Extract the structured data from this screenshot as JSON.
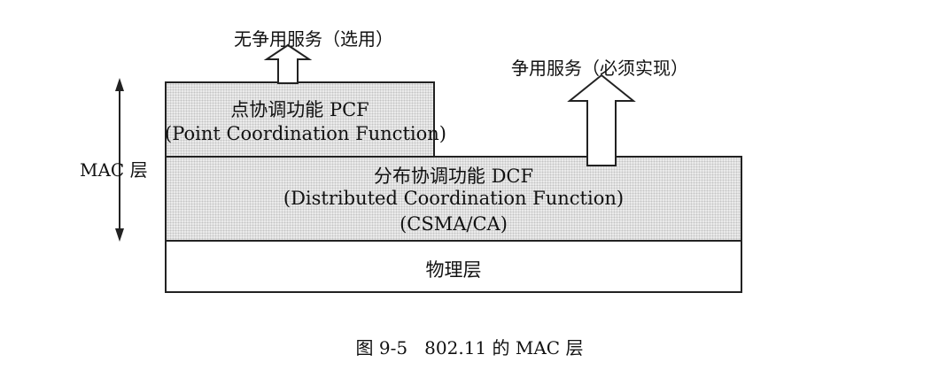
{
  "diagram": {
    "mac_layer_label": "MAC 层",
    "pcf": {
      "line1": "点协调功能 PCF",
      "line2": "(Point Coordination Function)"
    },
    "dcf": {
      "line1": "分布协调功能 DCF",
      "line2": "(Distributed Coordination Function)",
      "line3": "(CSMA/CA)"
    },
    "physical_layer": "物理层",
    "contention_free_service": "无争用服务（选用）",
    "contention_service": "争用服务（必须实现）"
  },
  "caption": "图 9-5   802.11 的 MAC 层",
  "colors": {
    "stroke": "#222222",
    "fill_dotted": "#ececec"
  }
}
